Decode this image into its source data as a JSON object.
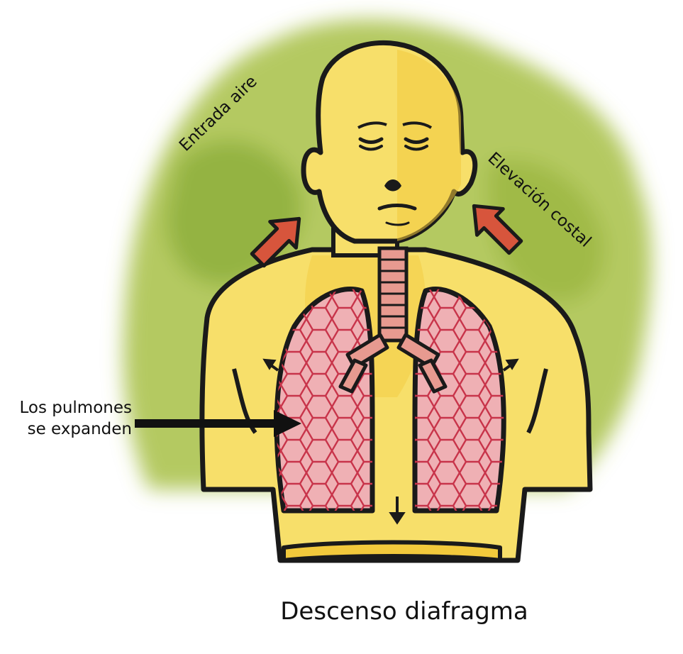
{
  "labels": {
    "air_intake": "Entrada aire",
    "rib_elevation": "Elevación costal",
    "lungs_expand_line1": "Los pulmones",
    "lungs_expand_line2": "se expanden",
    "diaphragm_descent": "Descenso diafragma"
  },
  "colors": {
    "background_wash": "#9bb636",
    "skin": "#f7df6a",
    "skin_shade": "#f2c93c",
    "lung_fill": "#efb0b4",
    "lung_mesh": "#c8344a",
    "trachea": "#e79a90",
    "arrow_red": "#d7553c",
    "outline": "#1a1a1a"
  }
}
